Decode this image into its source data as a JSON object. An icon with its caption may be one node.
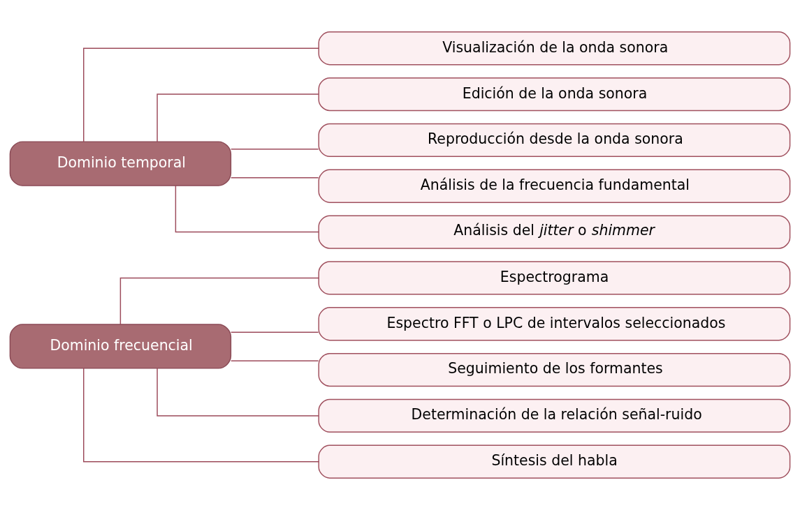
{
  "diagram": {
    "nodes": [
      {
        "text": [
          "Dominio temporal"
        ]
      },
      {
        "text": [
          "Visualización de la onda sonora"
        ]
      },
      {
        "text": [
          "Edición de la onda sonora"
        ]
      },
      {
        "text": [
          "Reproducción desde la onda sonora"
        ]
      },
      {
        "text": [
          "Análisis de la frecuencia fundamental"
        ]
      },
      {
        "text": [
          "Análisis del *jitter* o *shimmer*"
        ]
      },
      {
        "text": [
          "Dominio frecuencial"
        ]
      },
      {
        "text": [
          "Espectrograma"
        ]
      },
      {
        "text": [
          "Espectro FFT o LPC de intervalos seleccionados"
        ]
      },
      {
        "text": [
          "Seguimiento de los formantes"
        ]
      },
      {
        "text": [
          "Determinación de la relación señal-ruido"
        ]
      },
      {
        "text": [
          "Síntesis del habla"
        ]
      }
    ],
    "edges": [
      {
        "from": 0,
        "to": 1,
        "arrow": "none"
      },
      {
        "from": 0,
        "to": 2,
        "arrow": "none"
      },
      {
        "from": 0,
        "to": 3,
        "arrow": "none"
      },
      {
        "from": 0,
        "to": 4,
        "arrow": "none"
      },
      {
        "from": 0,
        "to": 5,
        "arrow": "none"
      },
      {
        "from": 6,
        "to": 7,
        "arrow": "none"
      },
      {
        "from": 6,
        "to": 8,
        "arrow": "none"
      },
      {
        "from": 6,
        "to": 9,
        "arrow": "none"
      },
      {
        "from": 6,
        "to": 10,
        "arrow": "none"
      },
      {
        "from": 6,
        "to": 11,
        "arrow": "none"
      }
    ]
  }
}
